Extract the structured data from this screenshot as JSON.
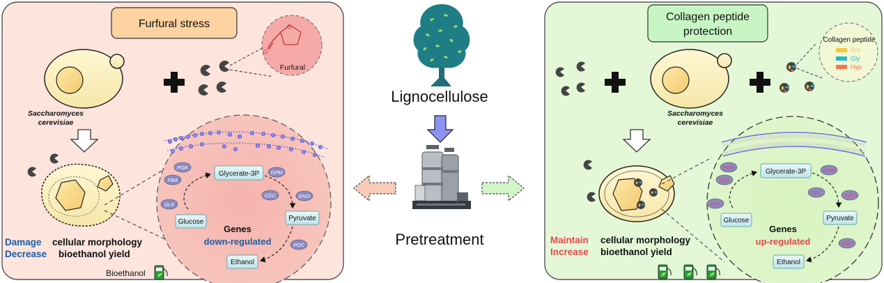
{
  "center": {
    "top_label": "Lignocellulose",
    "bottom_label": "Pretreatment"
  },
  "left_panel": {
    "title": "Furfural stress",
    "chemical_label": "Furfural",
    "organism_line1": "Saccharomyces",
    "organism_line2": "cerevisiae",
    "effect_keywords": [
      "Damage",
      "Decrease"
    ],
    "effect_rest": [
      "cellular morphology",
      "bioethanol yield"
    ],
    "genes_label": "Genes",
    "genes_status": "down-regulated",
    "bioethanol_label": "Bioethanol",
    "pathway": {
      "glycerate": "Glycerate-3P",
      "glucose": "Glucose",
      "pyruvate": "Pyruvate",
      "ethanol": "Ethanol",
      "enzymes": [
        "PGK",
        "FBA",
        "GLK",
        "GPM",
        "CDC",
        "ENO",
        "PDC"
      ]
    },
    "accent": "#1a5ea8",
    "panel_color": "#fde4dc"
  },
  "right_panel": {
    "title_line1": "Collagen peptide",
    "title_line2": "protection",
    "legend_title": "Collagen peptide",
    "legend_items": [
      {
        "label": "Pro",
        "color": "#f2c744"
      },
      {
        "label": "Gly",
        "color": "#2fb5c9"
      },
      {
        "label": "Hyp",
        "color": "#f0784a"
      }
    ],
    "organism_line1": "Saccharomyces",
    "organism_line2": "cerevisiae",
    "effect_keywords": [
      "Maintain",
      "Increase"
    ],
    "effect_rest": [
      "cellular morphology",
      "bioethanol yield"
    ],
    "genes_label": "Genes",
    "genes_status": "up-regulated",
    "pathway": {
      "glycerate": "Glycerate-3P",
      "glucose": "Glucose",
      "pyruvate": "Pyruvate",
      "ethanol": "Ethanol",
      "enzymes": [
        "PGK",
        "FBA",
        "GLK",
        "GPM",
        "CDC",
        "ENO",
        "PDC"
      ]
    },
    "accent": "#e8474b",
    "panel_color": "#e4f8d8"
  }
}
